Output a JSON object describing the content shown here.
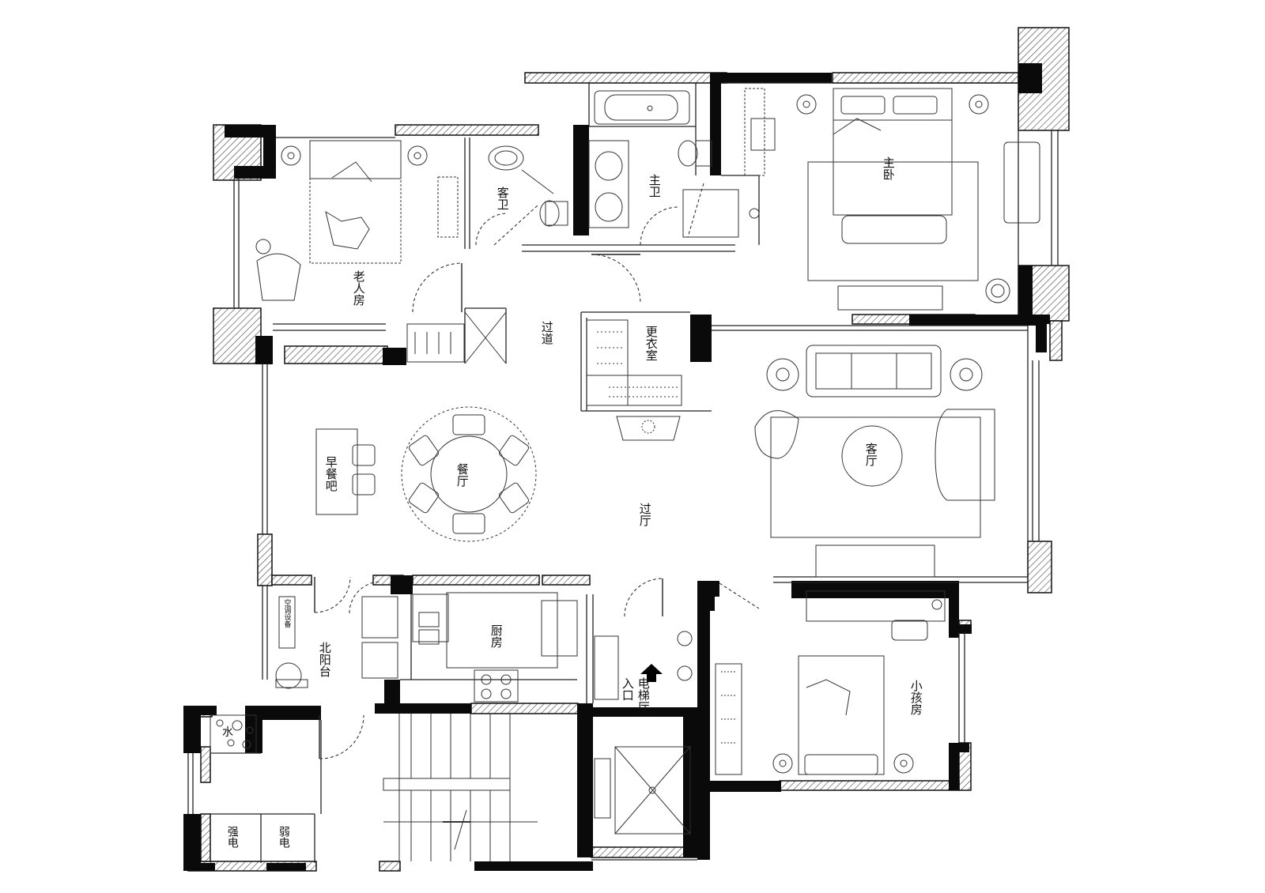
{
  "rooms": {
    "elder_bedroom": "老人房",
    "guest_bath": "客卫",
    "master_bath": "主卫",
    "master_bedroom": "主卧",
    "corridor": "过道",
    "walk_in_closet": "更衣室",
    "breakfast_bar": "早餐吧",
    "dining_room": "餐厅",
    "hallway": "过厅",
    "living_room": "客厅",
    "north_balcony": "北阳台",
    "kitchen": "厨房",
    "elevator_hall": "电梯厅",
    "entrance": "入口",
    "child_bedroom": "小孩房",
    "water_shaft": "水",
    "strong_power": "强电",
    "weak_power": "弱电",
    "ac_equipment": "空调设备"
  },
  "icons": {
    "entrance_arrow": "up-arrow-icon"
  }
}
